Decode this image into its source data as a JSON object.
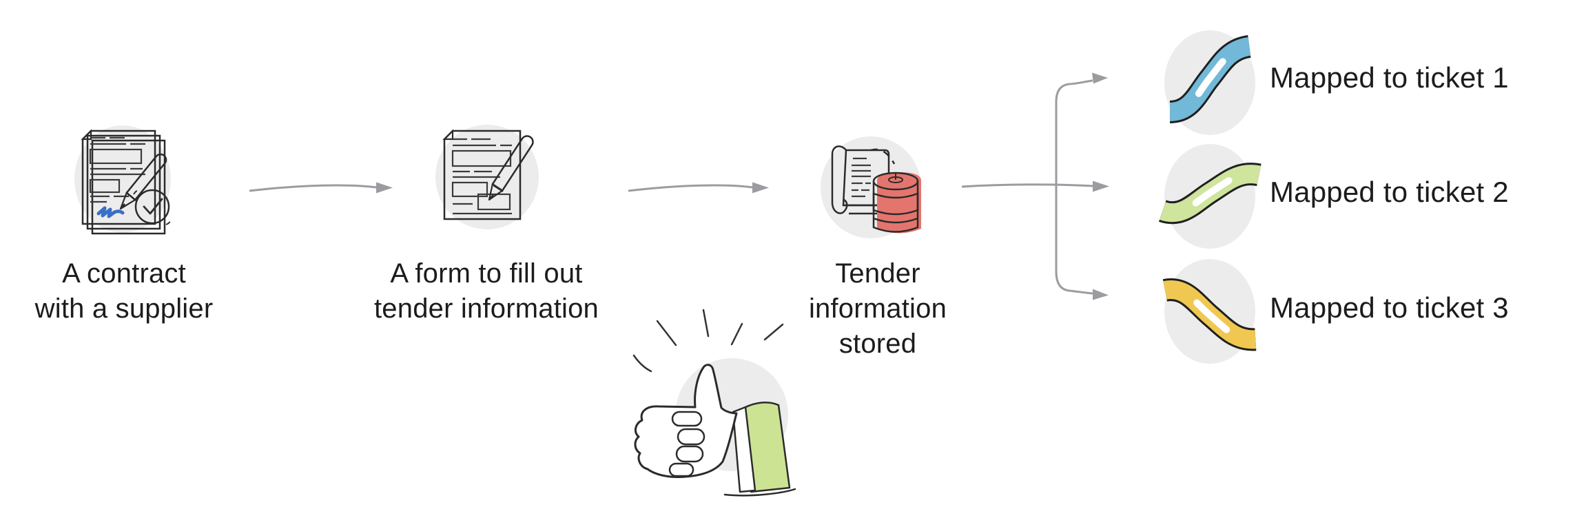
{
  "flow": {
    "steps": [
      {
        "id": "contract",
        "icon": "contract-signed-icon",
        "lines": [
          "A contract",
          "with a supplier"
        ]
      },
      {
        "id": "tender-form",
        "icon": "form-pen-icon",
        "lines": [
          "A form to fill out",
          "tender information"
        ]
      },
      {
        "id": "tender-stored",
        "icon": "scroll-database-icon",
        "lines": [
          "Tender",
          "information",
          "stored"
        ]
      }
    ],
    "tickets": [
      {
        "icon": "ticket-ribbon-icon",
        "color": "#72b8d8",
        "label": "Mapped to ticket 1"
      },
      {
        "icon": "ticket-ribbon-icon",
        "color": "#cfe49c",
        "label": "Mapped to ticket 2"
      },
      {
        "icon": "ticket-ribbon-icon",
        "color": "#f0c851",
        "label": "Mapped to ticket 3"
      }
    ],
    "decoration": {
      "icon": "thumbs-up-icon"
    }
  },
  "colors": {
    "background": "#ffffff",
    "text": "#1c1c1c",
    "arrow": "#9c9ca0",
    "circle_bg": "#ececec",
    "outline": "#2b2b2b",
    "pen_red": "#e8837c",
    "db_red": "#e8837c",
    "db_red_shadow": "#e4756e",
    "db_yellow": "#f6cf50",
    "nib_yellow": "#f2b844",
    "pen_blue": "#66c0e0",
    "check_green": "#dcedaa",
    "sleeve_green": "#cce394",
    "signature_blue": "#3a6fc4"
  }
}
